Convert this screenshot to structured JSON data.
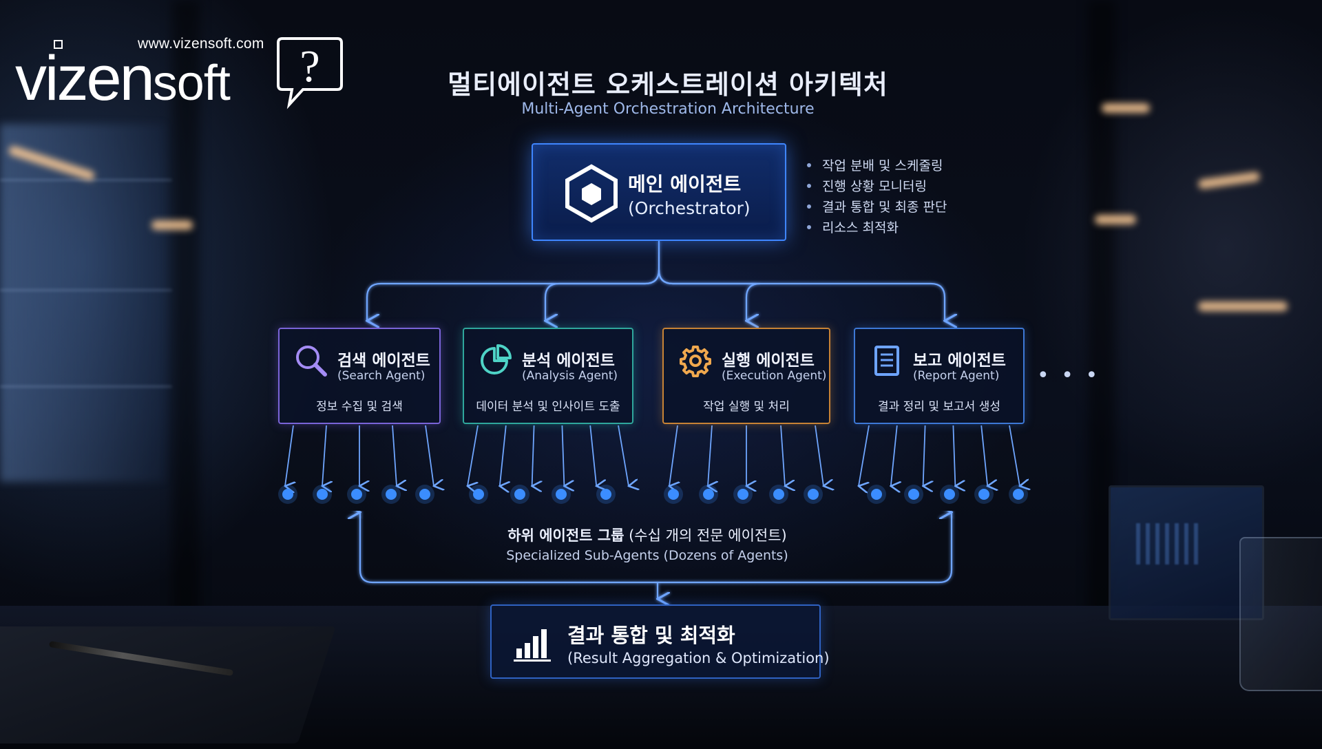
{
  "brand": {
    "url": "www.vizensoft.com",
    "wordmark_part1": "vizen",
    "wordmark_part2": "soft",
    "bubble_glyph": "?",
    "color": "#ffffff"
  },
  "title": {
    "ko": "멀티에이전트 오케스트레이션 아키텍처",
    "en": "Multi-Agent Orchestration Architecture"
  },
  "main_agent": {
    "ko": "메인 에이전트",
    "en": "(Orchestrator)",
    "icon": "hexagon-cube-icon",
    "color": "#3f86ff",
    "responsibilities": [
      "작업 분배 및 스케줄링",
      "진행 상황 모니터링",
      "결과 통합 및 최종 판단",
      "리소스 최적화"
    ]
  },
  "agents": [
    {
      "ko": "검색 에이전트",
      "en": "(Search Agent)",
      "desc": "정보 수집 및 검색",
      "icon": "magnifier-icon",
      "color": "#7a64d8"
    },
    {
      "ko": "분석 에이전트",
      "en": "(Analysis Agent)",
      "desc": "데이터 분석 및 인사이트 도출",
      "icon": "pie-chart-icon",
      "color": "#2fa79c"
    },
    {
      "ko": "실행 에이전트",
      "en": "(Execution Agent)",
      "desc": "작업 실행 및 처리",
      "icon": "gear-icon",
      "color": "#c88335"
    },
    {
      "ko": "보고 에이전트",
      "en": "(Report Agent)",
      "desc": "결과 정리 및 보고서 생성",
      "icon": "document-icon",
      "color": "#3d78d6"
    }
  ],
  "more_indicator": "• • •",
  "sub_agents": {
    "ko_bold": "하위 에이전트 그룹",
    "ko_rest": " (수십 개의 전문 에이전트)",
    "en": "Specialized Sub-Agents (Dozens of Agents)",
    "node_counts": [
      5,
      4,
      5,
      5
    ],
    "node_color": "#3b8dff"
  },
  "result": {
    "ko": "결과 통합 및 최적화",
    "en": "(Result Aggregation & Optimization)",
    "icon": "bar-chart-icon"
  }
}
